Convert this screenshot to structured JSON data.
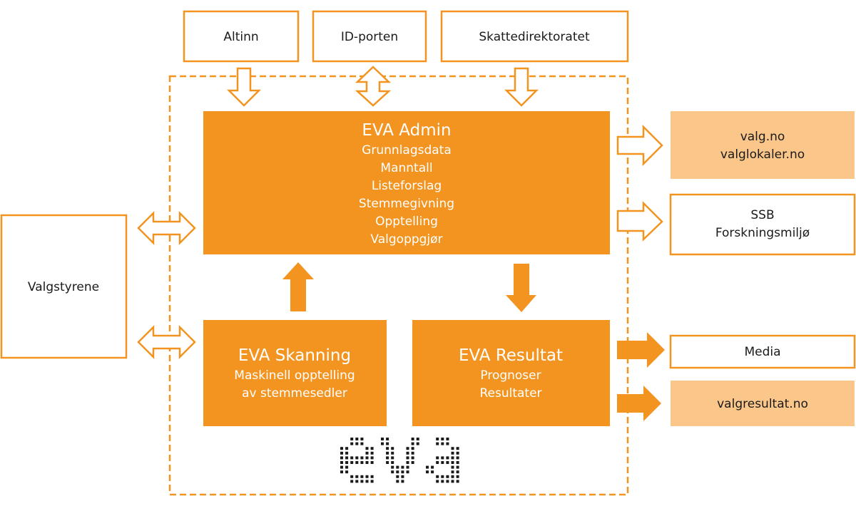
{
  "colors": {
    "orange": "#F39420",
    "light_orange": "#FBC68A",
    "text": "#1a1a1a",
    "dots": "#1a1a1a"
  },
  "external_top": [
    {
      "label": "Altinn",
      "arrow": "down"
    },
    {
      "label": "ID-porten",
      "arrow": "bidirectional"
    },
    {
      "label": "Skattedirektoratet",
      "arrow": "down"
    }
  ],
  "left": {
    "label": "Valgstyrene"
  },
  "admin": {
    "title": "EVA Admin",
    "lines": [
      "Grunnlagsdata",
      "Manntall",
      "Listeforslag",
      "Stemmegivning",
      "Opptelling",
      "Valgoppgjør"
    ]
  },
  "skanning": {
    "title": "EVA Skanning",
    "lines": [
      "Maskinell opptelling",
      "av stemmesedler"
    ]
  },
  "resultat": {
    "title": "EVA Resultat",
    "lines": [
      "Prognoser",
      "Resultater"
    ]
  },
  "outputs": {
    "valg": {
      "lines": [
        "valg.no",
        "valglokaler.no"
      ]
    },
    "ssb": {
      "lines": [
        "SSB",
        "Forskningsmiljø"
      ]
    },
    "media": {
      "lines": [
        "Media"
      ]
    },
    "valgresultat": {
      "lines": [
        "valgresultat.no"
      ]
    }
  },
  "logo": {
    "text": "eva"
  }
}
